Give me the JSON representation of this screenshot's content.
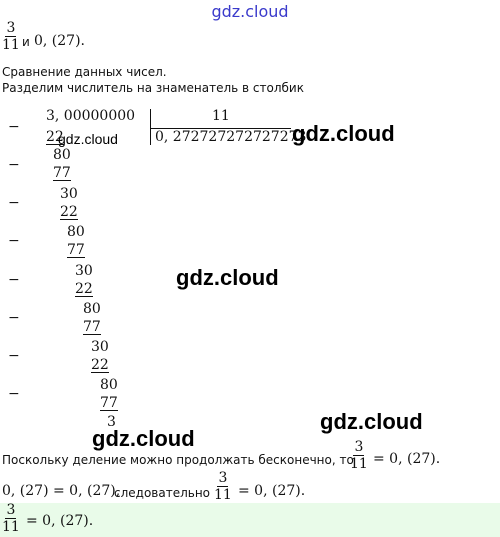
{
  "header": {
    "site_logo": "gdz.cloud"
  },
  "problem": {
    "fraction": {
      "numerator": "3",
      "denominator": "11"
    },
    "connector": "и",
    "periodic": "0, (27)."
  },
  "intro": {
    "line1": "Сравнение данных чисел.",
    "line2": "Разделим числитель на знаменатель в столбик"
  },
  "division": {
    "dividend": "3, 00000000",
    "divisor": "11",
    "quotient": "0, 272727272727273",
    "steps": [
      {
        "sub": "22",
        "rem": "80"
      },
      {
        "sub": "77",
        "rem": "30"
      },
      {
        "sub": "22",
        "rem": "80"
      },
      {
        "sub": "77",
        "rem": "30"
      },
      {
        "sub": "22",
        "rem": "80"
      },
      {
        "sub": "77",
        "rem": "30"
      },
      {
        "sub": "22",
        "rem": "80"
      },
      {
        "sub": "77",
        "rem": "3"
      }
    ],
    "minus": "−"
  },
  "conclusion": {
    "line1_text": "Поскольку деление можно продолжать бесконечно, то",
    "line1_fraction": {
      "numerator": "3",
      "denominator": "11"
    },
    "line1_rhs": "= 0, (27).",
    "line2_lhs": "0, (27) = 0, (27),",
    "line2_text": "следовательно",
    "line2_fraction": {
      "numerator": "3",
      "denominator": "11"
    },
    "line2_rhs": "= 0, (27)."
  },
  "answer": {
    "fraction": {
      "numerator": "3",
      "denominator": "11"
    },
    "rhs": "= 0, (27)."
  },
  "watermarks": {
    "w1": "gdz.cloud",
    "w2": "gdz.cloud",
    "w3": "gdz.cloud",
    "w4": "gdz.cloud",
    "w5": "gdz.cloud"
  }
}
